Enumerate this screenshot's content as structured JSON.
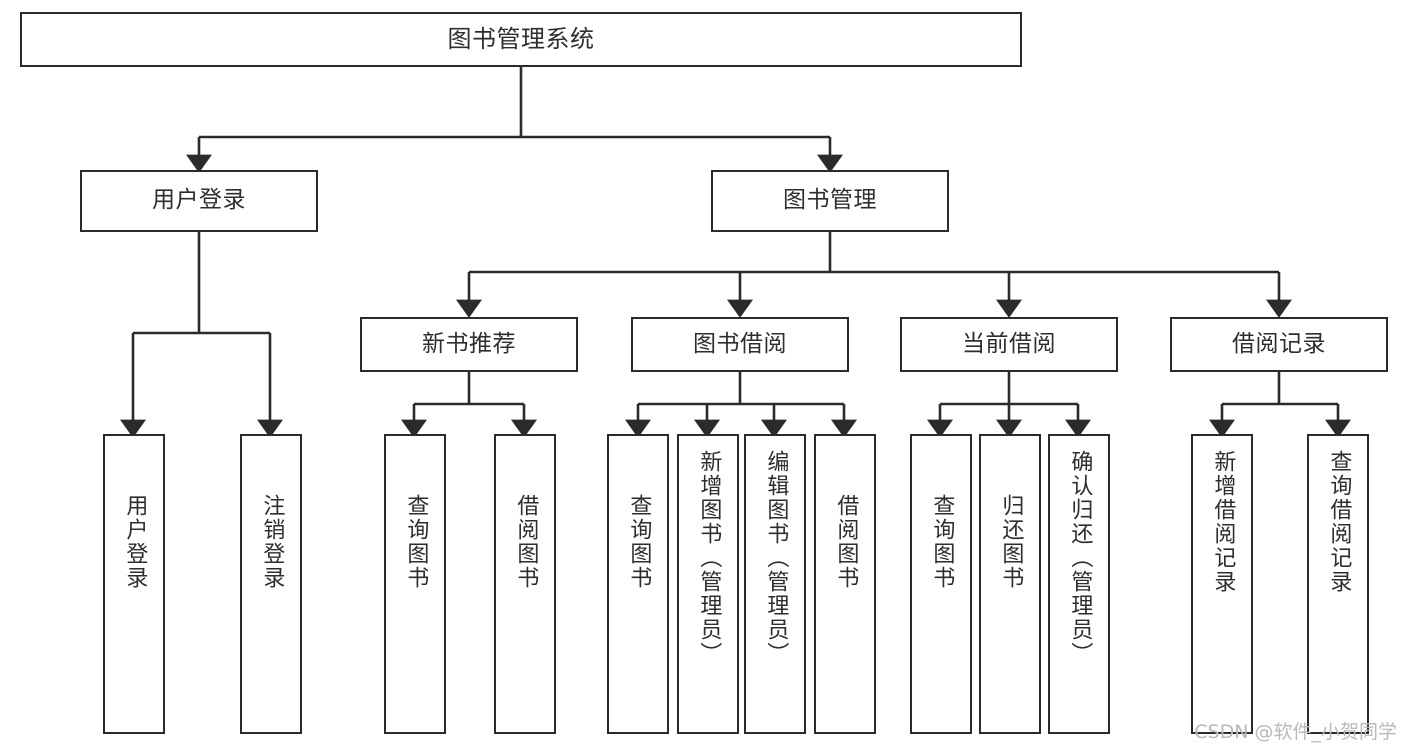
{
  "diagram": {
    "title": "图书管理系统",
    "type": "tree-hierarchy",
    "watermark": "CSDN @软件_小贺同学",
    "colors": {
      "background": "#ffffff",
      "box_border": "#2b2b2b",
      "text": "#2e2e2e",
      "edge": "#2b2b2b",
      "watermark": "#b9b9b9"
    },
    "root": {
      "id": "root",
      "label": "图书管理系统"
    },
    "level2": [
      {
        "id": "user-login",
        "label": "用户登录"
      },
      {
        "id": "book-manage",
        "label": "图书管理"
      }
    ],
    "level3": [
      {
        "id": "new-book-rec",
        "label": "新书推荐",
        "parent": "book-manage"
      },
      {
        "id": "book-borrow",
        "label": "图书借阅",
        "parent": "book-manage"
      },
      {
        "id": "current-borrow",
        "label": "当前借阅",
        "parent": "book-manage"
      },
      {
        "id": "borrow-record",
        "label": "借阅记录",
        "parent": "book-manage"
      }
    ],
    "leaves": [
      {
        "id": "leaf-user-login",
        "label": "用户登录",
        "parent": "user-login"
      },
      {
        "id": "leaf-logout",
        "label": "注销登录",
        "parent": "user-login"
      },
      {
        "id": "leaf-query-book-1",
        "label": "查询图书",
        "parent": "new-book-rec"
      },
      {
        "id": "leaf-borrow-book-1",
        "label": "借阅图书",
        "parent": "new-book-rec"
      },
      {
        "id": "leaf-query-book-2",
        "label": "查询图书",
        "parent": "book-borrow"
      },
      {
        "id": "leaf-add-book",
        "label": "新增图书（管理员）",
        "parent": "book-borrow"
      },
      {
        "id": "leaf-edit-book",
        "label": "编辑图书（管理员）",
        "parent": "book-borrow"
      },
      {
        "id": "leaf-borrow-book-2",
        "label": "借阅图书",
        "parent": "book-borrow"
      },
      {
        "id": "leaf-query-book-3",
        "label": "查询图书",
        "parent": "current-borrow"
      },
      {
        "id": "leaf-return-book",
        "label": "归还图书",
        "parent": "current-borrow"
      },
      {
        "id": "leaf-confirm-return",
        "label": "确认归还（管理员）",
        "parent": "current-borrow"
      },
      {
        "id": "leaf-add-record",
        "label": "新增借阅记录",
        "parent": "borrow-record"
      },
      {
        "id": "leaf-query-record",
        "label": "查询借阅记录",
        "parent": "borrow-record"
      }
    ]
  }
}
